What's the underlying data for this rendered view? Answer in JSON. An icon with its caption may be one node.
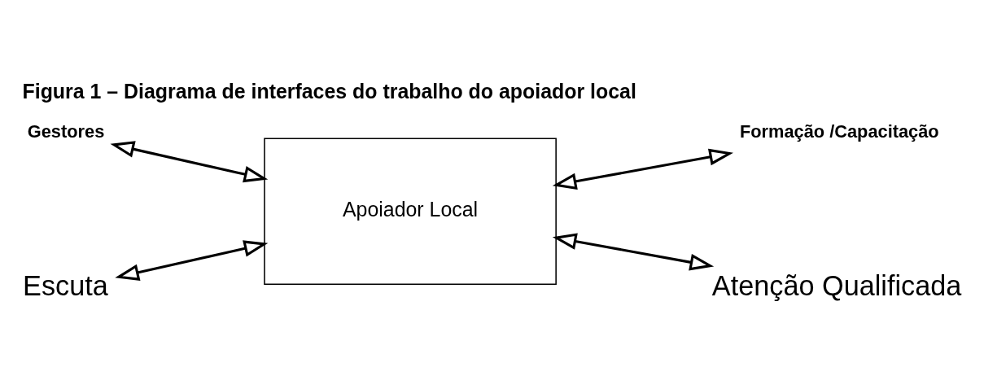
{
  "diagram": {
    "title": "Figura 1 – Diagrama de interfaces do trabalho do apoiador local",
    "nodes": [
      {
        "text": [
          "Apoiador Local"
        ]
      },
      {
        "text": [
          "Gestores"
        ]
      },
      {
        "text": [
          "Formação /Capacitação"
        ]
      },
      {
        "text": [
          "Escuta"
        ]
      },
      {
        "text": [
          "Atenção Qualificada"
        ]
      }
    ],
    "edges": [
      {
        "from": 1,
        "to": 0,
        "arrow": "both"
      },
      {
        "from": 0,
        "to": 2,
        "arrow": "both"
      },
      {
        "from": 3,
        "to": 0,
        "arrow": "both"
      },
      {
        "from": 0,
        "to": 4,
        "arrow": "both"
      }
    ]
  }
}
